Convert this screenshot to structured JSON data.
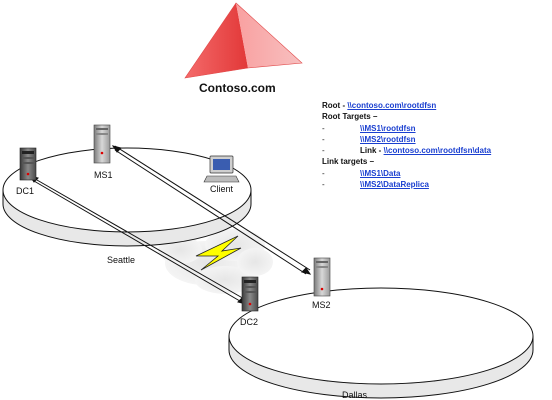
{
  "logo": {
    "label": "Contoso.com",
    "color": "#f05050"
  },
  "sites": {
    "seattle": "Seattle",
    "dallas": "Dallas"
  },
  "nodes": {
    "dc1": "DC1",
    "ms1": "MS1",
    "client": "Client",
    "dc2": "DC2",
    "ms2": "MS2"
  },
  "info": {
    "root_prefix": "Root - ",
    "root_link": "\\\\contoso.com\\rootdfsn",
    "root_targets_title": "Root Targets –",
    "dash": "-",
    "root_target_1": "\\\\MS1\\rootdfsn",
    "root_target_2": "\\\\MS2\\rootdfsn",
    "link_prefix": "Link  - ",
    "link_path": "\\\\contoso.com\\rootdfsn\\data",
    "link_targets_title": "Link targets –",
    "link_target_1": "\\\\MS1\\Data",
    "link_target_2": "\\\\MS2\\DataReplica"
  },
  "colors": {
    "link": "#1a3fd0",
    "wan_bolt": "#ffff00",
    "pyramid": "#f05050"
  }
}
